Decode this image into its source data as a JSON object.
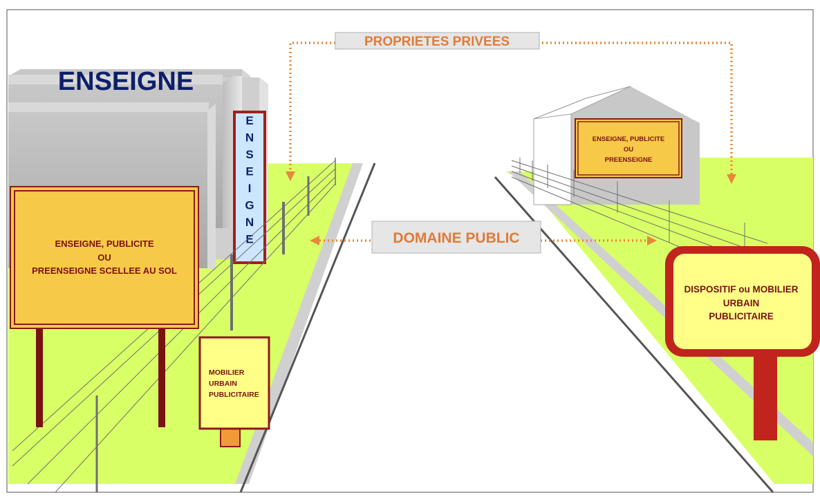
{
  "labels": {
    "private_property": "PROPRIETES   PRIVEES",
    "public_domain": "DOMAINE  PUBLIC",
    "building_sign": "ENSEIGNE",
    "vertical_sign_letters": [
      "E",
      "N",
      "S",
      "E",
      "I",
      "G",
      "N",
      "E"
    ],
    "left_big_sign": [
      "ENSEIGNE, PUBLICITE",
      "OU",
      "PREENSEIGNE SCELLEE AU SOL"
    ],
    "left_small_sign": [
      "MOBILIER",
      "URBAIN",
      "PUBLICITAIRE"
    ],
    "right_wall_sign": [
      "ENSEIGNE, PUBLICITE",
      "OU",
      "PREENSEIGNE"
    ],
    "right_big_sign": [
      "DISPOSITIF ou MOBILIER",
      "URBAIN",
      "PUBLICITAIRE"
    ]
  },
  "colors": {
    "grass": "#d9ff66",
    "sign_fill": "#f7c948",
    "sign_border": "#8b1a1a",
    "small_sign_fill": "#ffff88",
    "red_sign_border": "#c0241d",
    "arrow": "#e8883a",
    "label_text": "#e07b39",
    "building_text": "#0d1f6b",
    "sign_text": "#7a1212"
  },
  "icons": {
    "arrows": "dotted-double-arrow"
  }
}
